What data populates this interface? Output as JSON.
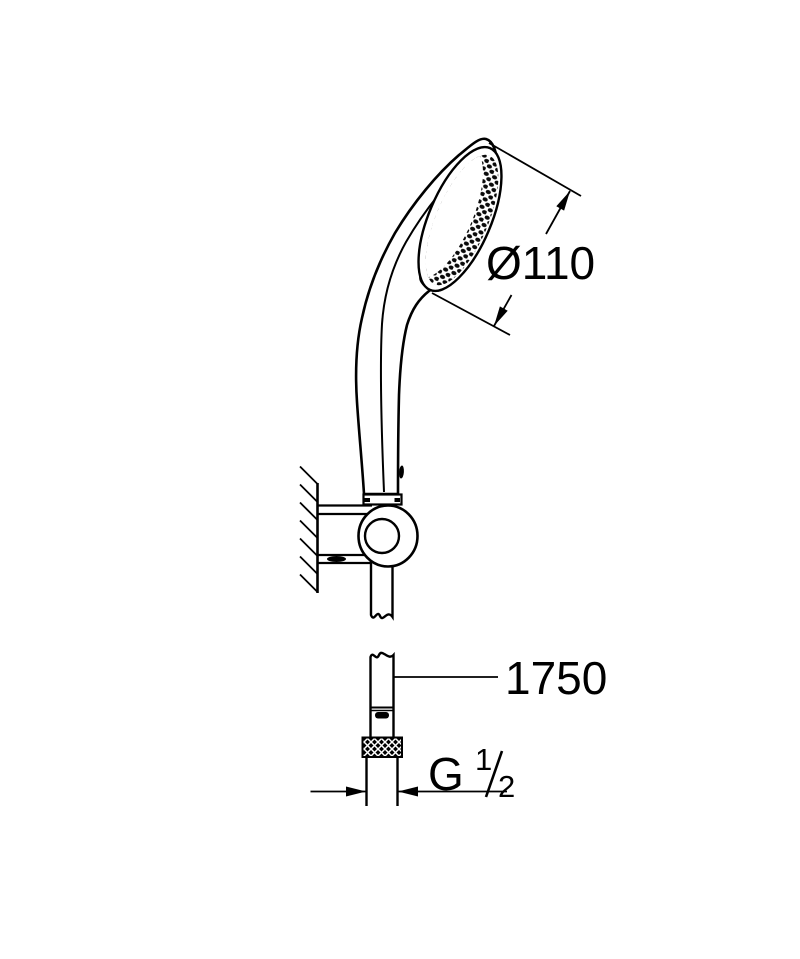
{
  "colors": {
    "background": "#ffffff",
    "line": "#000000"
  },
  "labels": {
    "diameter": "Ø110",
    "hose_length": "1750",
    "thread_size_full": "G 1/2",
    "thread_prefix": "G",
    "thread_numerator": "1",
    "thread_denominator": "2"
  }
}
